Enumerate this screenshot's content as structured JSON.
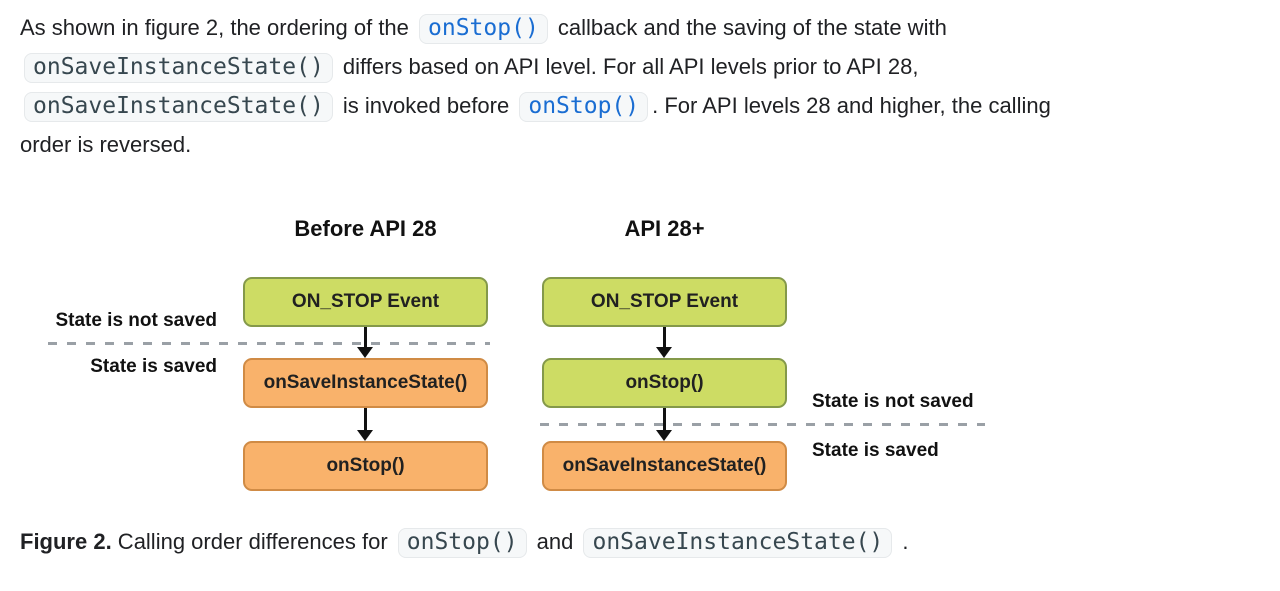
{
  "paragraph": {
    "t1": "As shown in figure 2, the ordering of the ",
    "code1": "onStop()",
    "t2": " callback and the saving of the state with",
    "code2": "onSaveInstanceState()",
    "t3": " differs based on API level. For all API levels prior to API 28,",
    "code3": "onSaveInstanceState()",
    "t4": " is invoked before ",
    "code4": "onStop()",
    "t5": ". For API levels 28 and higher, the calling",
    "t6": "order is reversed."
  },
  "diagram": {
    "left": {
      "title": "Before API 28",
      "boxes": [
        {
          "label": "ON_STOP Event",
          "type": "green"
        },
        {
          "label": "onSaveInstanceState()",
          "type": "orange"
        },
        {
          "label": "onStop()",
          "type": "orange"
        }
      ],
      "label_not_saved": "State is not saved",
      "label_saved": "State is saved"
    },
    "right": {
      "title": "API 28+",
      "boxes": [
        {
          "label": "ON_STOP Event",
          "type": "green"
        },
        {
          "label": "onStop()",
          "type": "green"
        },
        {
          "label": "onSaveInstanceState()",
          "type": "orange"
        }
      ],
      "label_not_saved": "State is not saved",
      "label_saved": "State is saved"
    },
    "colors": {
      "green_fill": "#cddc64",
      "green_border": "#84994a",
      "orange_fill": "#f9b26b",
      "orange_border": "#d08b45",
      "dash_gray": "#9aa0a6",
      "arrow_black": "#111111"
    }
  },
  "caption": {
    "label": "Figure 2.",
    "t1": " Calling order differences for ",
    "code1": "onStop()",
    "t2": " and ",
    "code2": "onSaveInstanceState()",
    "t3": " ."
  },
  "colors": {
    "body_text": "#202124",
    "code_link_blue": "#1a6dd2",
    "code_gray": "#37474f",
    "chip_background": "#f6f8f9",
    "chip_border": "#e6e9eb"
  }
}
